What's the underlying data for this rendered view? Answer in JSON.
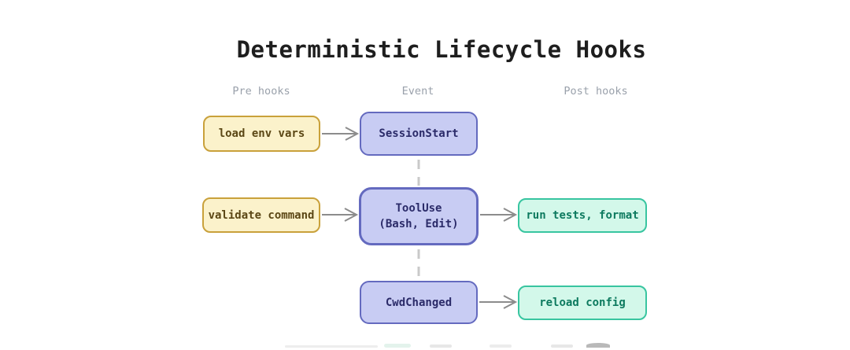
{
  "title": "Deterministic Lifecycle Hooks",
  "columns": {
    "pre": "Pre hooks",
    "event": "Event",
    "post": "Post hooks"
  },
  "nodes": {
    "load_env_vars": {
      "label": "load env vars",
      "type": "pre-hook"
    },
    "session_start": {
      "label": "SessionStart",
      "type": "event"
    },
    "validate_command": {
      "label": "validate command",
      "type": "pre-hook"
    },
    "tool_use": {
      "line1": "ToolUse",
      "line2": "(Bash, Edit)",
      "type": "event"
    },
    "run_tests_format": {
      "label": "run tests, format",
      "type": "post-hook"
    },
    "cwd_changed": {
      "label": "CwdChanged",
      "type": "event"
    },
    "reload_config": {
      "label": "reload config",
      "type": "post-hook"
    }
  },
  "edges": [
    {
      "from": "load_env_vars",
      "to": "session_start",
      "style": "arrow"
    },
    {
      "from": "validate_command",
      "to": "tool_use",
      "style": "arrow"
    },
    {
      "from": "tool_use",
      "to": "run_tests_format",
      "style": "arrow"
    },
    {
      "from": "cwd_changed",
      "to": "reload_config",
      "style": "arrow"
    },
    {
      "from": "session_start",
      "to": "tool_use",
      "style": "dashed"
    },
    {
      "from": "tool_use",
      "to": "cwd_changed",
      "style": "dashed"
    }
  ],
  "colors": {
    "background": "#ffffff",
    "title_text": "#1e1e1e",
    "column_header_text": "#9aa1ab",
    "pre_hook_fill": "#fbf2cb",
    "pre_hook_border": "#c9a13b",
    "pre_hook_text": "#5b4715",
    "event_fill": "#c8ccf3",
    "event_border": "#646abf",
    "event_text": "#2b2b69",
    "post_hook_fill": "#d3f8ea",
    "post_hook_border": "#38c5a0",
    "post_hook_text": "#0d7a5f",
    "arrow": "#8c8c8c",
    "dashed_connector": "#c9c9c9"
  }
}
